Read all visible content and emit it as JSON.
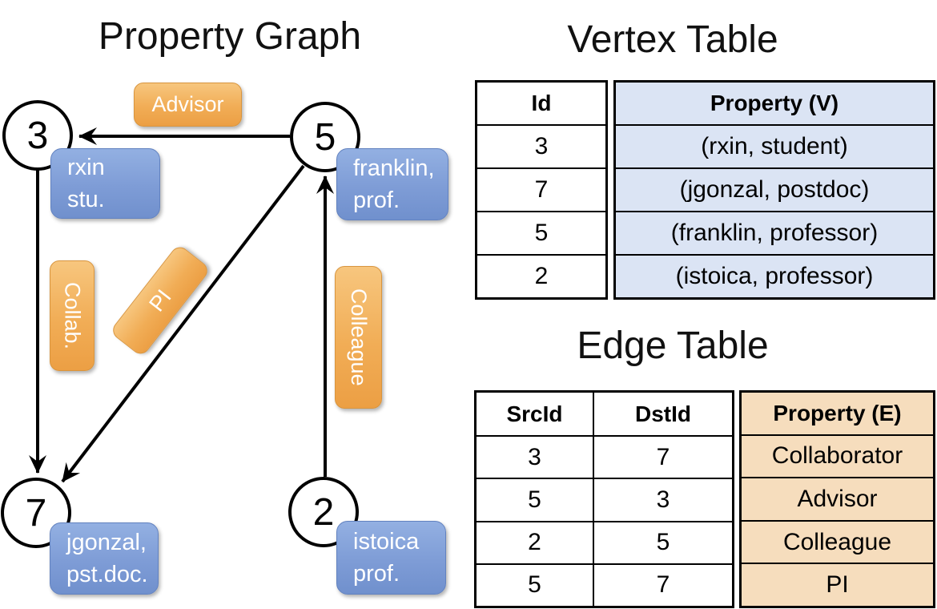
{
  "titles": {
    "graph": "Property Graph",
    "vertex_table": "Vertex Table",
    "edge_table": "Edge Table"
  },
  "graph": {
    "nodes": {
      "n3": "3",
      "n5": "5",
      "n7": "7",
      "n2": "2"
    },
    "edge_labels": {
      "advisor": "Advisor",
      "collab": "Collab.",
      "pi": "PI",
      "colleague": "Colleague"
    },
    "vertex_props": {
      "rxin": {
        "l1": "rxin",
        "l2": "stu."
      },
      "franklin": {
        "l1": "franklin,",
        "l2": "prof."
      },
      "jgonzal": {
        "l1": "jgonzal,",
        "l2": "pst.doc."
      },
      "istoica": {
        "l1": "istoica",
        "l2": "prof."
      }
    }
  },
  "vertex_table": {
    "col_id": "Id",
    "col_property": "Property (V)",
    "rows": [
      {
        "id": "3",
        "property": "(rxin, student)"
      },
      {
        "id": "7",
        "property": "(jgonzal, postdoc)"
      },
      {
        "id": "5",
        "property": "(franklin, professor)"
      },
      {
        "id": "2",
        "property": "(istoica, professor)"
      }
    ]
  },
  "edge_table": {
    "col_src": "SrcId",
    "col_dst": "DstId",
    "col_property": "Property (E)",
    "rows": [
      {
        "src": "3",
        "dst": "7",
        "property": "Collaborator"
      },
      {
        "src": "5",
        "dst": "3",
        "property": "Advisor"
      },
      {
        "src": "2",
        "dst": "5",
        "property": "Colleague"
      },
      {
        "src": "5",
        "dst": "7",
        "property": "PI"
      }
    ]
  },
  "colors": {
    "edge_label_orange": "#f0a94e",
    "vertex_box_blue": "#7e9cd6",
    "vertex_cell_blue": "#dbe4f4",
    "edge_cell_tan": "#f6ddbd",
    "line_black": "#000000"
  }
}
